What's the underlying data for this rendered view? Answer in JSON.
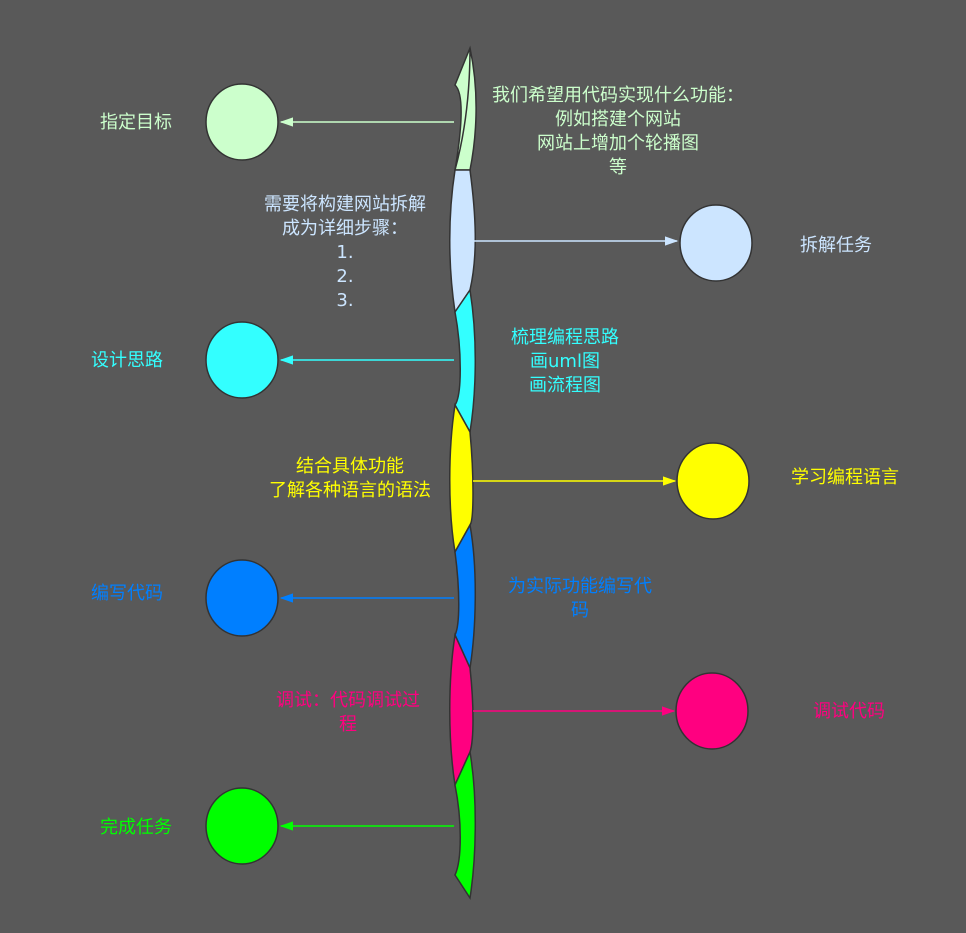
{
  "colors": {
    "background": "#595959",
    "step1": "#ccffcc",
    "step2": "#cce5ff",
    "step3": "#33ffff",
    "step4": "#ffff00",
    "step5": "#007fff",
    "step6": "#ff0080",
    "step7": "#00ff00",
    "outline": "#333333"
  },
  "steps": [
    {
      "label": "指定目标",
      "desc": [
        "我们希望用代码实现什么功能：",
        "例如搭建个网站",
        "网站上增加个轮播图",
        "等"
      ]
    },
    {
      "label": "拆解任务",
      "desc": [
        "需要将构建网站拆解",
        "成为详细步骤：",
        "1.",
        "2.",
        "3."
      ]
    },
    {
      "label": "设计思路",
      "desc": [
        "梳理编程思路",
        "画uml图",
        "画流程图"
      ]
    },
    {
      "label": "学习编程语言",
      "desc": [
        "结合具体功能",
        "了解各种语言的语法"
      ]
    },
    {
      "label": "编写代码",
      "desc": [
        "为实际功能编写代",
        "码"
      ]
    },
    {
      "label": "调试代码",
      "desc": [
        "调试：代码调试过",
        "程"
      ]
    },
    {
      "label": "完成任务",
      "desc": []
    }
  ]
}
